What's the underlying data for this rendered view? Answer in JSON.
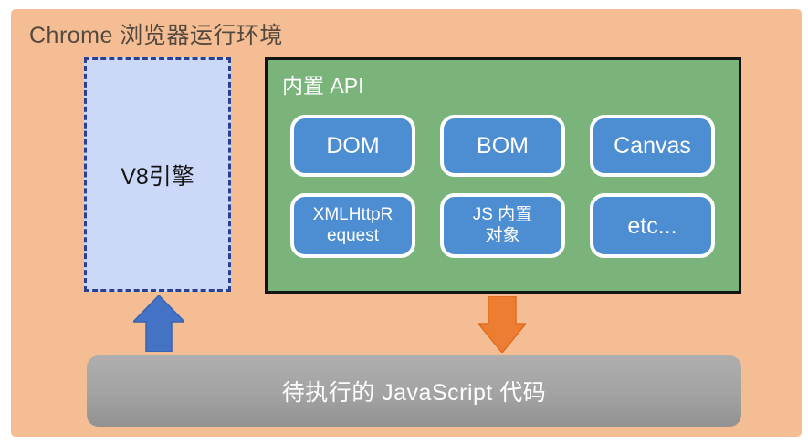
{
  "header": {
    "title": "Chrome 浏览器运行环境"
  },
  "v8_box": {
    "label": "V8引擎"
  },
  "api_panel": {
    "title": "内置 API",
    "buttons": [
      {
        "label": "DOM"
      },
      {
        "label": "BOM"
      },
      {
        "label": "Canvas"
      },
      {
        "label": "XMLHttpR\nequest"
      },
      {
        "label": "JS 内置\n对象"
      },
      {
        "label": "etc..."
      }
    ]
  },
  "code_box": {
    "label": "待执行的 JavaScript 代码"
  },
  "icons": {
    "up_arrow": "up-arrow-icon",
    "down_arrow": "down-arrow-icon"
  },
  "colors": {
    "stage_background": "#f4bd93",
    "v8_fill": "#ccd8f8",
    "v8_border": "#2b3f94",
    "api_panel_fill": "#7ab47a",
    "api_panel_border": "#141414",
    "api_node_fill": "#4d8ed3",
    "api_node_border": "#ffffff",
    "up_arrow": "#4472c4",
    "down_arrow": "#ed7d31",
    "code_box_fill": "#a3a3a3",
    "title_text": "#54493e",
    "node_text": "#ffffff"
  }
}
